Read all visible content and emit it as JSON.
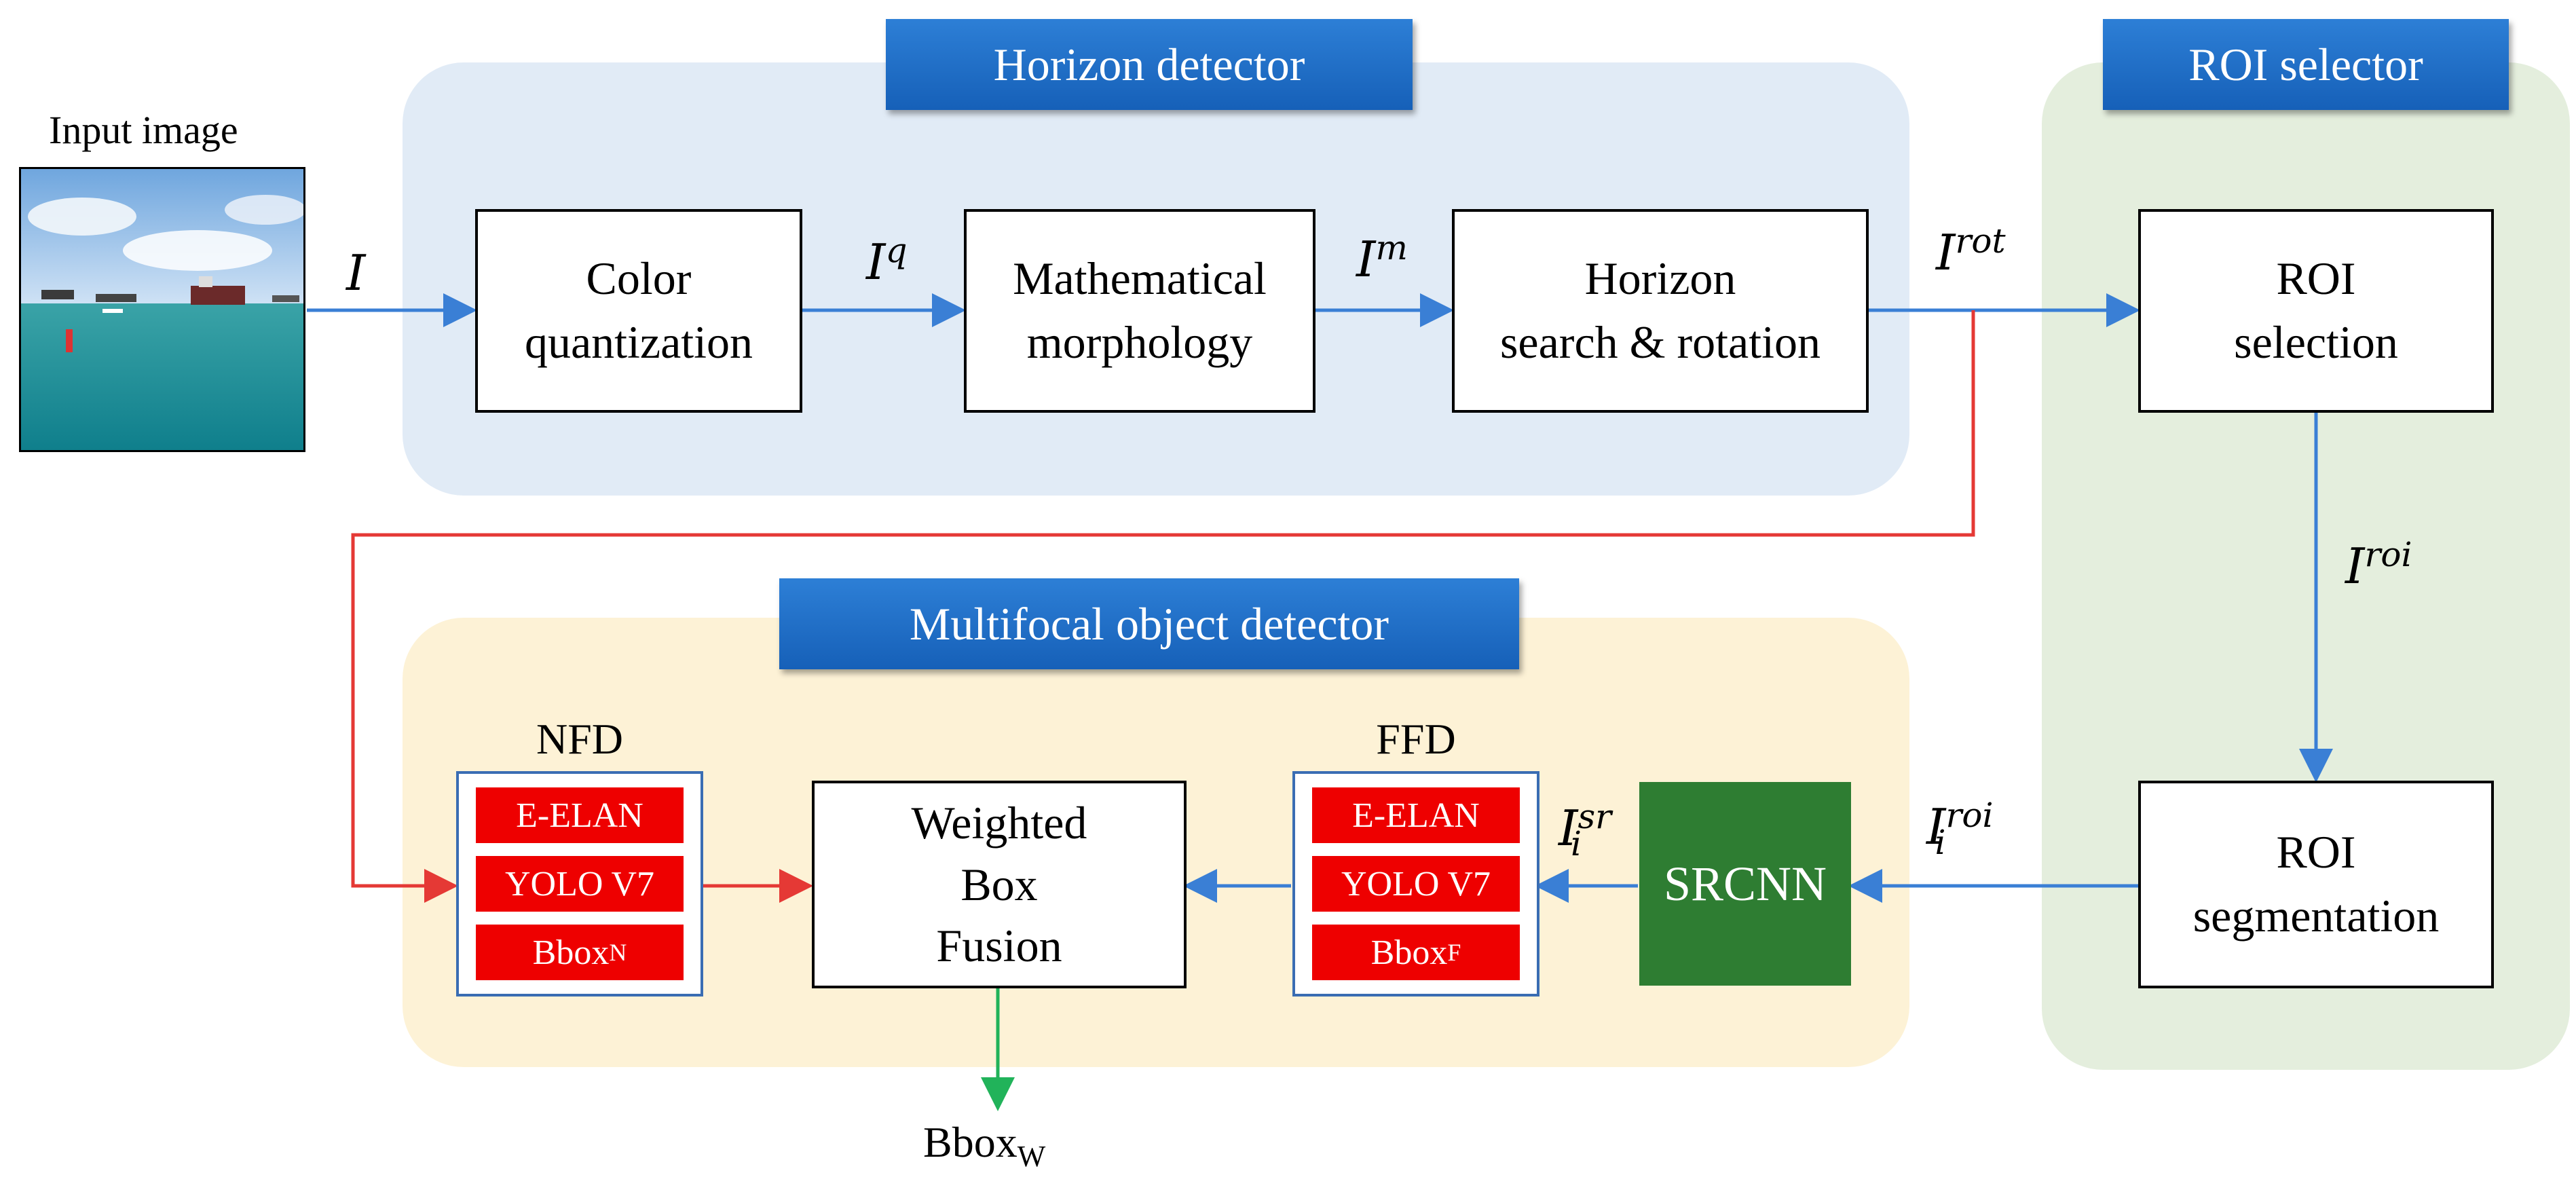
{
  "input": {
    "caption": "Input image"
  },
  "horizon_detector": {
    "title": "Horizon detector",
    "color_quantization": [
      "Color",
      "quantization"
    ],
    "math_morphology": [
      "Mathematical",
      "morphology"
    ],
    "horizon_search": [
      "Horizon",
      "search & rotation"
    ]
  },
  "roi_selector": {
    "title": "ROI selector",
    "roi_selection": [
      "ROI",
      "selection"
    ],
    "roi_segmentation": [
      "ROI",
      "segmentation"
    ]
  },
  "multifocal": {
    "title": "Multifocal object detector",
    "nfd": {
      "label": "NFD",
      "chip1": "E-ELAN",
      "chip2": "YOLO V7",
      "chip3_main": "Bbox",
      "chip3_sub": "N"
    },
    "ffd": {
      "label": "FFD",
      "chip1": "E-ELAN",
      "chip2": "YOLO V7",
      "chip3_main": "Bbox",
      "chip3_sub": "F"
    },
    "wbf": [
      "Weighted",
      "Box",
      "Fusion"
    ],
    "srcnn": "SRCNN"
  },
  "signals": {
    "i": "I",
    "iq_main": "I",
    "iq_sup": "q",
    "im_main": "I",
    "im_sup": "m",
    "irot_main": "I",
    "irot_sup": "rot",
    "iroi_main": "I",
    "iroi_sup": "roi",
    "iiroi_main": "I",
    "iiroi_sup": "roi",
    "iiroi_sub": "i",
    "iisr_main": "I",
    "iisr_sup": "sr",
    "iisr_sub": "i"
  },
  "output": {
    "main": "Bbox",
    "sub": "W"
  },
  "colors": {
    "blue_arrow": "#3a7fd5",
    "red_arrow": "#e53935",
    "green_arrow": "#21b35a",
    "srcnn": "#2e7d32",
    "chip": "#ee0000"
  }
}
